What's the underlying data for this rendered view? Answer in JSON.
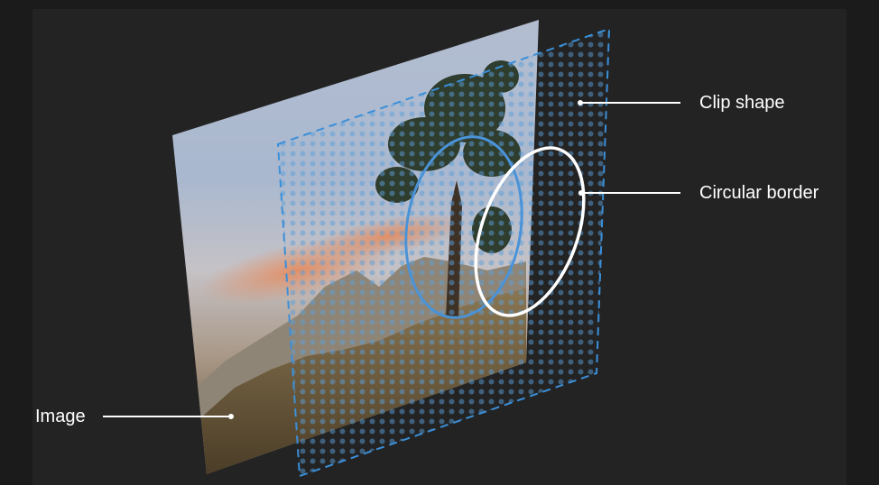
{
  "labels": {
    "clip_shape": "Clip shape",
    "circular_border": "Circular border",
    "image": "Image"
  },
  "colors": {
    "background": "#1b1b1b",
    "panel": "#232323",
    "clip_dash": "#3a8fd9",
    "clip_fill": "#5a9fd8",
    "clip_circle": "#4a93d8",
    "border_ring": "#ffffff",
    "leader_line": "#ffffff"
  }
}
